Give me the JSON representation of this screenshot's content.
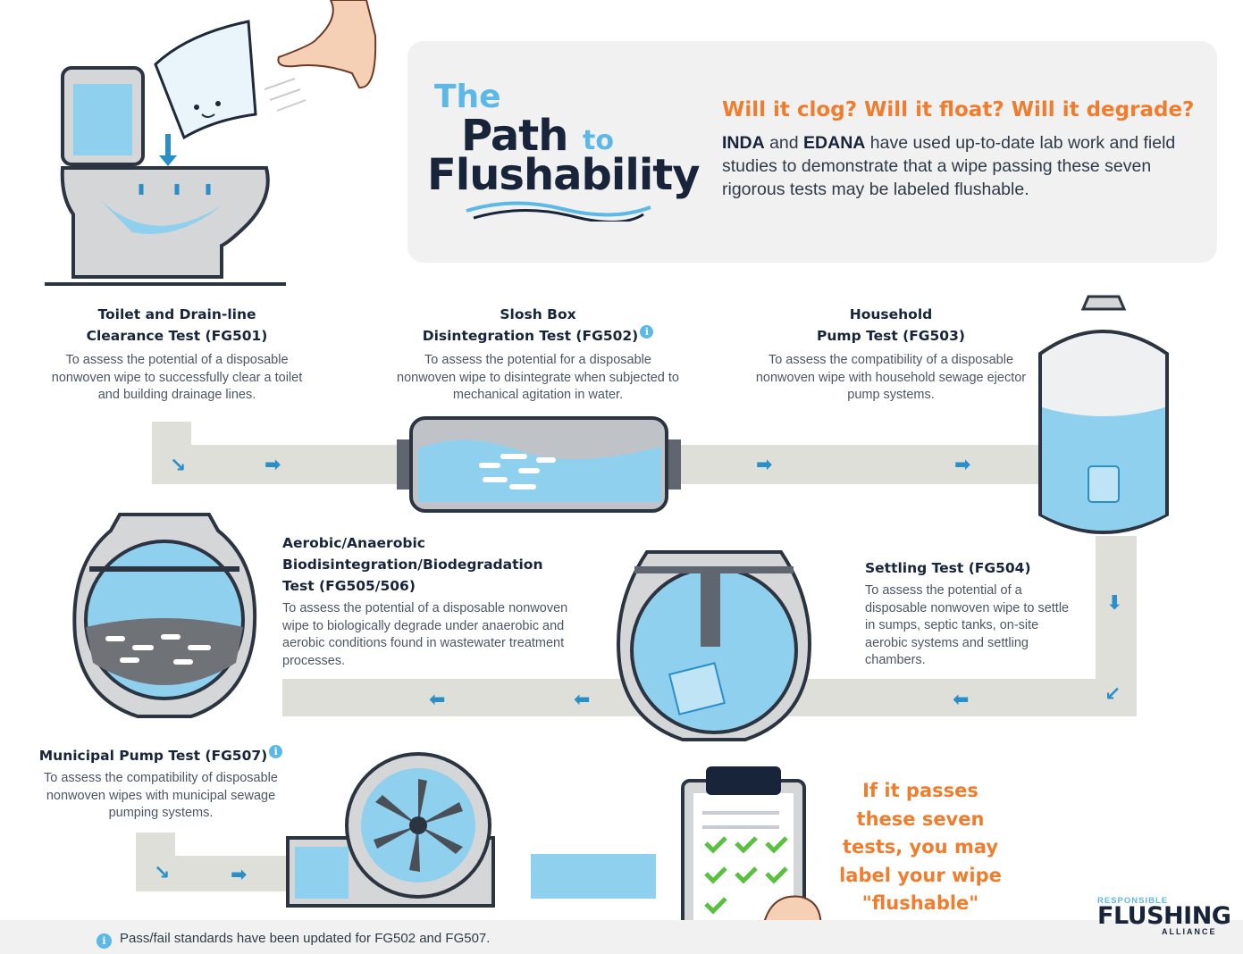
{
  "title": {
    "line1": "The",
    "line2": "Path",
    "line2_small": "to",
    "line3": "Flushability"
  },
  "intro": {
    "question": "Will it clog?  Will it float? Will it degrade?",
    "org1": "INDA",
    "and": " and ",
    "org2": "EDANA",
    "text": " have used up-to-date lab work and field studies to demonstrate that a wipe passing these seven rigorous tests may be labeled flushable."
  },
  "tests": [
    {
      "title1": "Toilet and Drain-line",
      "title2": "Clearance Test (FG501)",
      "desc": "To assess the potential of a disposable nonwoven wipe to successfully clear a toilet and building drainage lines."
    },
    {
      "title1": "Slosh Box",
      "title2": "Disintegration Test (FG502)",
      "desc": "To assess the potential for a disposable nonwoven wipe to disintegrate when subjected to mechanical agitation in water."
    },
    {
      "title1": "Household",
      "title2": "Pump Test (FG503)",
      "desc": "To assess the compatibility of a disposable nonwoven wipe with household sewage ejector pump systems."
    },
    {
      "title1": "Settling Test (FG504)",
      "title2": "",
      "desc": "To assess the potential of a disposable nonwoven wipe to settle in sumps, septic tanks, on-site aerobic systems and settling chambers."
    },
    {
      "title1": "Aerobic/Anaerobic",
      "title2": "Biodisintegration/Biodegradation",
      "title3": "Test (FG505/506)",
      "desc": "To assess the potential of a disposable nonwoven wipe to biologically degrade under anaerobic and aerobic conditions found in wastewater treatment processes."
    },
    {
      "title1": "Municipal Pump Test (FG507)",
      "title2": "",
      "desc": "To assess the compatibility of disposable nonwoven wipes with municipal sewage pumping systems."
    }
  ],
  "info_glyph": "i",
  "final_message": [
    "If it passes",
    "these seven",
    "tests, you may",
    "label your wipe",
    "\"flushable\""
  ],
  "footnote": "Pass/fail standards have been updated for FG502 and FG507.",
  "logo": {
    "line1": "RESPONSIBLE",
    "line2": "FLUSHING",
    "line3": "ALLIANCE"
  },
  "colors": {
    "navy": "#17243a",
    "accent_blue": "#5cb8e6",
    "orange": "#ef7d2d",
    "water": "#8fd0ef",
    "pipe": "#dedfd9",
    "check": "#5bbf3f"
  },
  "icons": [
    "toilet-icon",
    "hand-icon",
    "wipe-character-icon",
    "slosh-box-icon",
    "pump-tank-icon",
    "settling-chamber-icon",
    "bio-chamber-icon",
    "municipal-pump-icon",
    "clipboard-icon",
    "checkmark-icon",
    "pen-hand-icon",
    "info-icon",
    "arrow-icon"
  ]
}
